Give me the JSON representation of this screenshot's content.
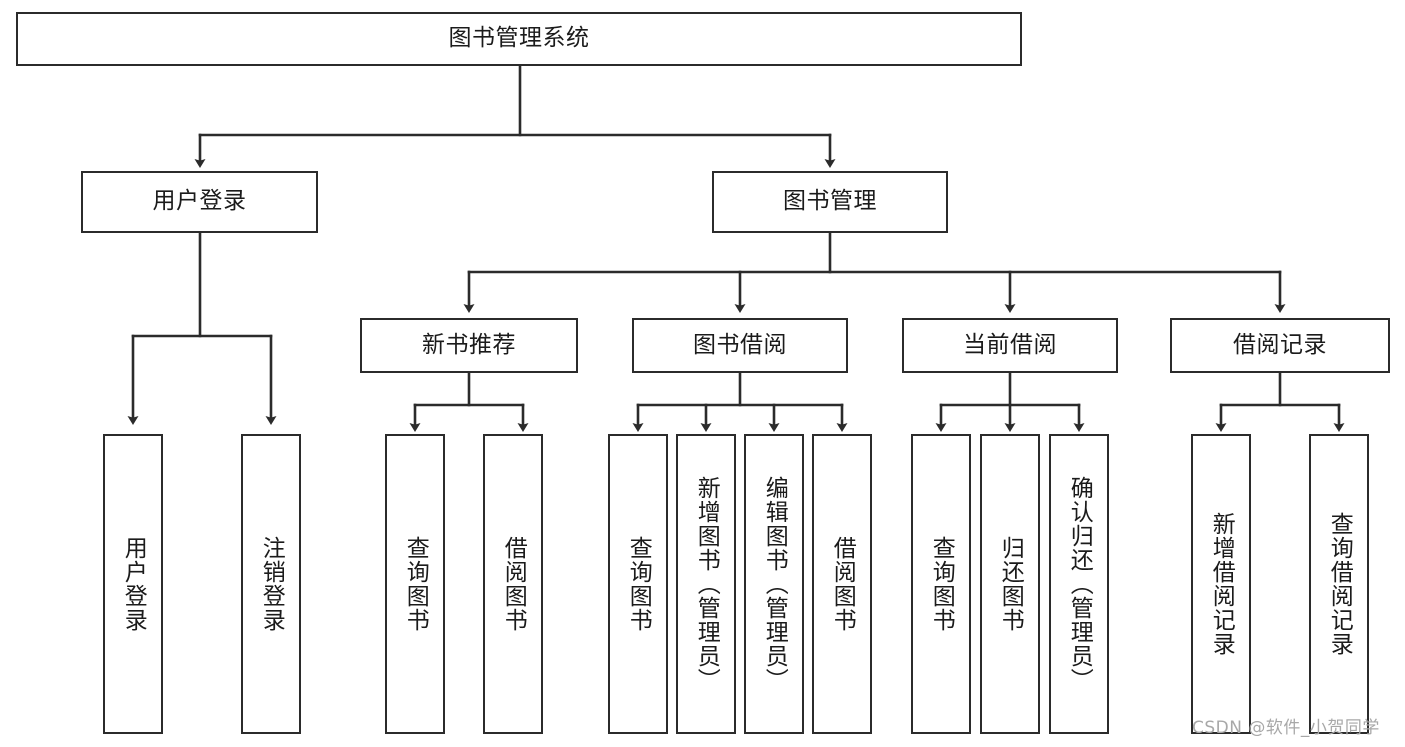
{
  "diagram": {
    "title": "图书管理系统",
    "type": "tree-hierarchy-diagram",
    "colors": {
      "box_border": "#2b2b2b",
      "box_fill": "#ffffff",
      "connector": "#2b2b2b",
      "text": "#1b1b1b",
      "watermark": "#a8a8a8",
      "background": "#ffffff"
    },
    "nodes": {
      "root": {
        "label": "图书管理系统"
      },
      "level2": [
        {
          "label": "用户登录"
        },
        {
          "label": "图书管理"
        }
      ],
      "level3": [
        {
          "label": "新书推荐"
        },
        {
          "label": "图书借阅"
        },
        {
          "label": "当前借阅"
        },
        {
          "label": "借阅记录"
        }
      ],
      "leaves_user_login": [
        {
          "label": "用户登录"
        },
        {
          "label": "注销登录"
        }
      ],
      "leaves_new_book": [
        {
          "label": "查询图书"
        },
        {
          "label": "借阅图书"
        }
      ],
      "leaves_borrow": [
        {
          "label": "查询图书"
        },
        {
          "label": "新增图书（管理员）"
        },
        {
          "label": "编辑图书（管理员）"
        },
        {
          "label": "借阅图书"
        }
      ],
      "leaves_current": [
        {
          "label": "查询图书"
        },
        {
          "label": "归还图书"
        },
        {
          "label": "确认归还（管理员）"
        }
      ],
      "leaves_records": [
        {
          "label": "新增借阅记录"
        },
        {
          "label": "查询借阅记录"
        }
      ]
    },
    "watermark": "CSDN @软件_小贺同学"
  }
}
